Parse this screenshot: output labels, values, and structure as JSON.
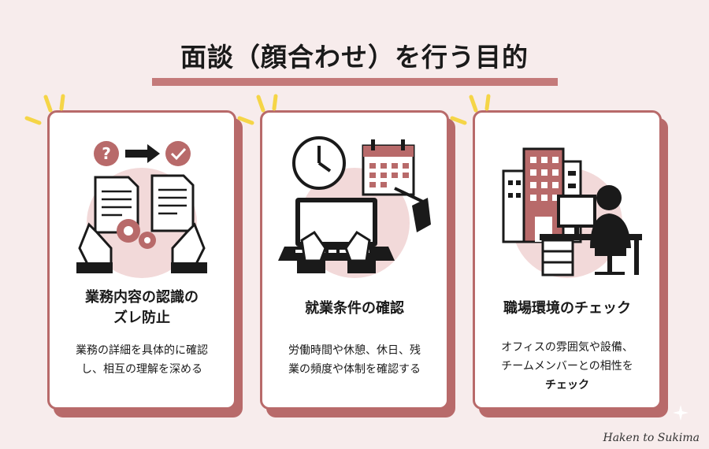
{
  "title": "面談（顔合わせ）を行う目的",
  "cards": [
    {
      "title_line1": "業務内容の認識の",
      "title_line2": "ズレ防止",
      "desc_line1": "業務の詳細を具体的に確認",
      "desc_line2": "し、相互の理解を深める",
      "icon": "document-exchange-icon"
    },
    {
      "title_line1": "就業条件の確認",
      "title_line2": "",
      "desc_line1": "労働時間や休憩、休日、残",
      "desc_line2": "業の頻度や体制を確認する",
      "icon": "laptop-clock-calendar-icon"
    },
    {
      "title_line1": "職場環境のチェック",
      "title_line2": "",
      "desc_line1": "オフィスの雰囲気や設備、",
      "desc_line2": "チームメンバーとの相性を",
      "desc_line3": "チェック",
      "icon": "office-building-desk-icon"
    }
  ],
  "watermark": "Haken to Sukima",
  "colors": {
    "background": "#f7ecec",
    "accent": "#c47a7a",
    "card_border": "#b86a6a",
    "circle": "#f2d9d9",
    "spark": "#f5d547"
  }
}
